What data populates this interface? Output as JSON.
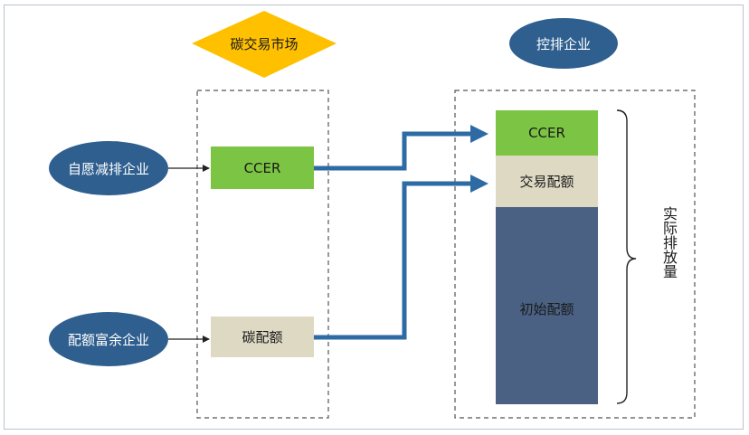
{
  "nodes": {
    "market": "碳交易市场",
    "control": "控排企业",
    "voluntary": "自愿减排企业",
    "surplus": "配额富余企业",
    "ccer_left": "CCER",
    "carbon_quota": "碳配额",
    "ccer_right": "CCER",
    "trade_quota": "交易配额",
    "initial_quota": "初始配额"
  },
  "brace_label": "实际排放量",
  "colors": {
    "ellipse": "#2f5f8f",
    "diamond": "#ffc000",
    "green": "#7cc443",
    "beige": "#ddd9c3",
    "slate": "#4a6184",
    "arrow": "#2e6ba4"
  }
}
